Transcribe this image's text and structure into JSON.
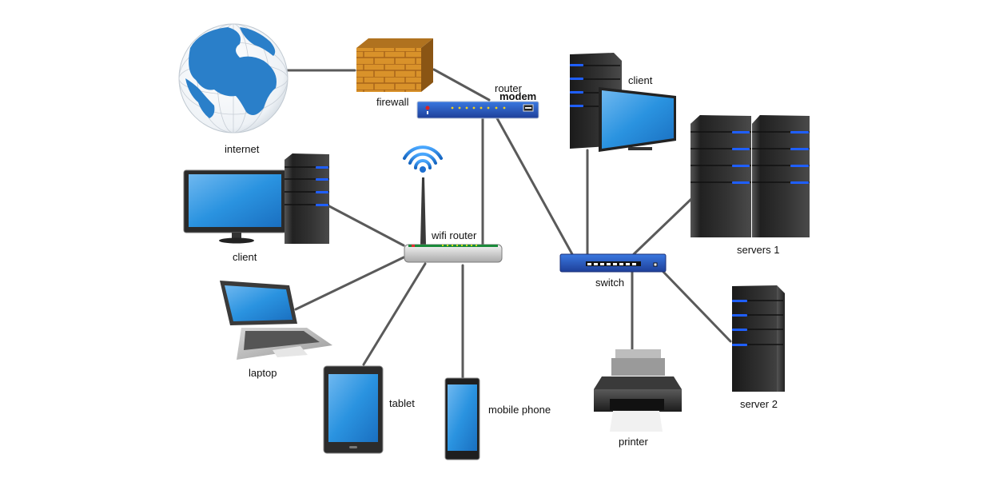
{
  "title": "Network diagram",
  "nodes": {
    "internet": {
      "label": "internet",
      "icon": "globe-icon"
    },
    "firewall": {
      "label": "firewall",
      "icon": "brick-wall-icon"
    },
    "router_modem": {
      "label_line1": "router",
      "label_line2": "modem",
      "icon": "router-modem-icon"
    },
    "client_top": {
      "label": "client",
      "icon": "desktop-computer-icon"
    },
    "servers1": {
      "label": "servers 1",
      "icon": "server-tower-icon"
    },
    "wifi_router": {
      "label": "wifi router",
      "icon": "wifi-router-icon"
    },
    "client_left": {
      "label": "client",
      "icon": "desktop-computer-icon"
    },
    "switch": {
      "label": "switch",
      "icon": "network-switch-icon"
    },
    "laptop": {
      "label": "laptop",
      "icon": "laptop-icon"
    },
    "tablet": {
      "label": "tablet",
      "icon": "tablet-icon"
    },
    "mobile_phone": {
      "label": "mobile phone",
      "icon": "mobile-phone-icon"
    },
    "printer": {
      "label": "printer",
      "icon": "printer-icon"
    },
    "server2": {
      "label": "server 2",
      "icon": "server-tower-icon"
    }
  },
  "connections": [
    [
      "internet",
      "firewall"
    ],
    [
      "firewall",
      "router_modem"
    ],
    [
      "router_modem",
      "wifi_router"
    ],
    [
      "router_modem",
      "switch"
    ],
    [
      "wifi_router",
      "client_left"
    ],
    [
      "wifi_router",
      "laptop"
    ],
    [
      "wifi_router",
      "tablet"
    ],
    [
      "wifi_router",
      "mobile_phone"
    ],
    [
      "switch",
      "client_top"
    ],
    [
      "switch",
      "servers1"
    ],
    [
      "switch",
      "printer"
    ],
    [
      "switch",
      "server2"
    ]
  ],
  "colors": {
    "screen_blue": "#1e88d8",
    "globe_blue": "#2a7fc9",
    "router_blue": "#2a56b8",
    "server_body": "#2b2b2b",
    "led_blue": "#1f5fff",
    "brick": "#d9922a",
    "cable": "#555555"
  }
}
